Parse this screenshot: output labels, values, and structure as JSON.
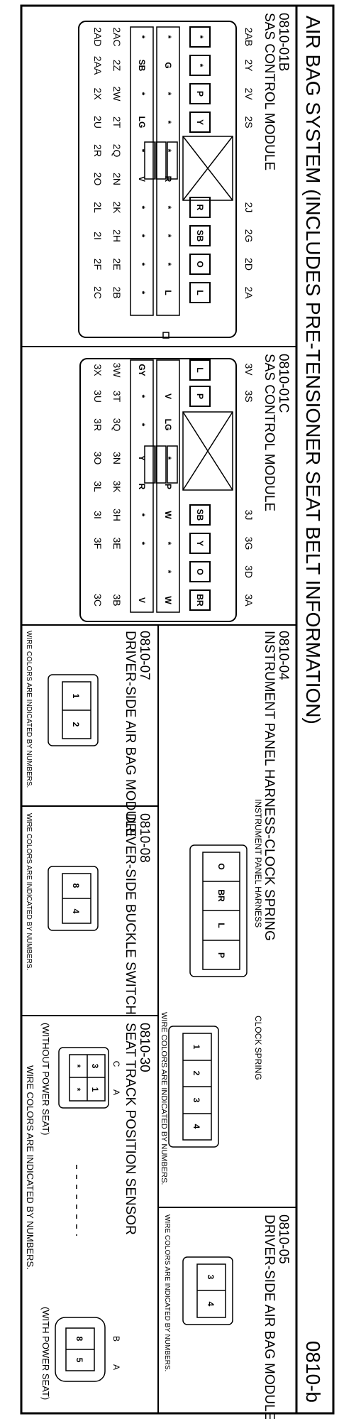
{
  "page": {
    "title": "AIR BAG SYSTEM (INCLUDES PRE-TENSIONER SEAT BELT INFORMATION)",
    "sheet_id": "0810-b"
  },
  "sections": {
    "c01b": {
      "code": "0810-01B",
      "name": "SAS CONTROL MODULE",
      "row_top": [
        "*",
        "*",
        "P",
        "Y",
        "",
        "",
        "R",
        "SB",
        "O",
        "L"
      ],
      "row_top_pins_left": [
        "2AB",
        "2Y",
        "2V",
        "2S"
      ],
      "row_top_pins_right": [
        "2J",
        "2G",
        "2D",
        "2A"
      ],
      "row_mid": [
        "*",
        "G",
        "*",
        "*",
        "*",
        "R",
        "*",
        "*",
        "*",
        "L"
      ],
      "row_bot": [
        "*",
        "SB",
        "*",
        "LG",
        "*",
        "V",
        "*",
        "*",
        "*",
        "*"
      ],
      "pins_bot1": [
        "2AC",
        "2Z",
        "2W",
        "2T",
        "2Q",
        "2N",
        "2K",
        "2H",
        "2E",
        "2B"
      ],
      "pins_bot2": [
        "2AD",
        "2AA",
        "2X",
        "2U",
        "2R",
        "2O",
        "2L",
        "2I",
        "2F",
        "2C"
      ]
    },
    "c01c": {
      "code": "0810-01C",
      "name": "SAS CONTROL MODULE",
      "row_top": [
        "L",
        "P",
        "",
        "",
        "",
        "SB",
        "Y",
        "O",
        "BR"
      ],
      "row_top_pins_left": [
        "3V",
        "3S"
      ],
      "row_top_pins_right": [
        "3J",
        "3G",
        "3D",
        "3A"
      ],
      "row_mid": [
        "V",
        "LG",
        "*",
        "P",
        "W",
        "*",
        "*",
        "W"
      ],
      "row_bot": [
        "GY",
        "*",
        "*",
        "Y",
        "R",
        "*",
        "*",
        "V"
      ],
      "pins_bot1": [
        "3W",
        "3T",
        "3Q",
        "3N",
        "3K",
        "3H",
        "3E",
        "3B"
      ],
      "pins_bot2": [
        "3X",
        "3U",
        "3R",
        "3O",
        "3L",
        "3I",
        "3F",
        "3C"
      ]
    },
    "c07": {
      "code": "0810-07",
      "name": "DRIVER-SIDE AIR BAG MODULE",
      "pins": [
        "1",
        "2"
      ],
      "note": "WIRE COLORS ARE INDICATED BY NUMBERS."
    },
    "c04": {
      "code": "0810-04",
      "name": "INSTRUMENT PANEL HARNESS-CLOCK SPRING",
      "harness_label": "INSTRUMENT PANEL HARNESS",
      "harness_pins": [
        "O",
        "BR",
        "L",
        "P"
      ],
      "spring_label": "CLOCK SPRING",
      "spring_pins": [
        "1",
        "2",
        "3",
        "4"
      ],
      "note": "WIRE COLORS ARE INDICATED BY NUMBERS."
    },
    "c08": {
      "code": "0810-08",
      "name": "DRIVER-SIDE BUCKLE SWITCH",
      "pins": [
        "8",
        "4"
      ],
      "note": "WIRE COLORS ARE INDICATED BY NUMBERS."
    },
    "c05": {
      "code": "0810-05",
      "name": "DRIVER-SIDE AIR BAG MODULE",
      "pins": [
        "3",
        "4"
      ],
      "note": "WIRE COLORS ARE INDICATED BY NUMBERS."
    },
    "c30": {
      "code": "0810-30",
      "name": "SEAT TRACK POSITION SENSOR",
      "left_pins": [
        "3",
        "1"
      ],
      "left_stars": [
        "*",
        "*"
      ],
      "left_letters": [
        "C",
        "A"
      ],
      "left_caption": "(WITHOUT POWER SEAT)",
      "right_pins": [
        "8",
        "5"
      ],
      "right_letters": [
        "B",
        "A"
      ],
      "right_caption": "(WITH POWER SEAT)",
      "note": "WIRE COLORS ARE INDICATED BY NUMBERS."
    }
  }
}
